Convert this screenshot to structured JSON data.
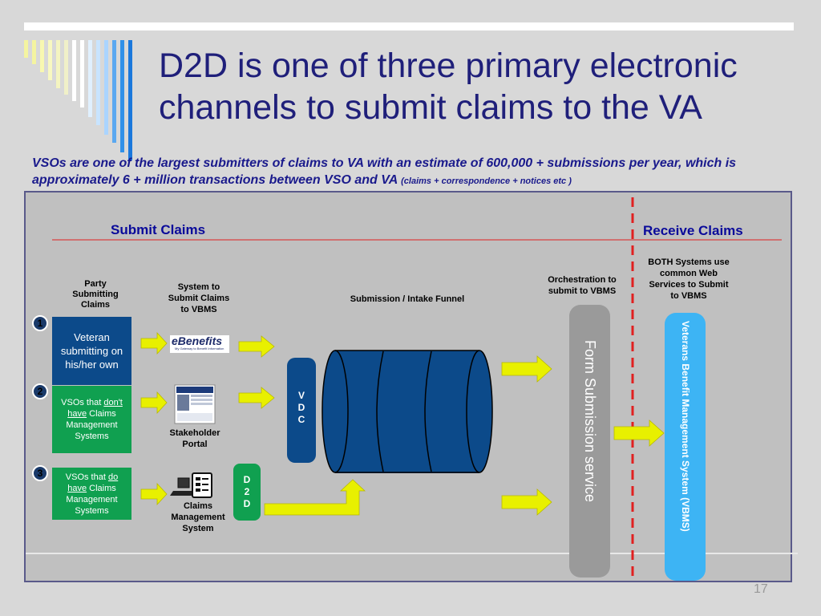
{
  "title": {
    "line1": "D2D is one of three primary electronic",
    "line2": "channels to submit claims to the VA"
  },
  "subtitle": {
    "main": "VSOs are one of the largest submitters of claims to VA with an estimate of 600,000 +  submissions per year, which is approximately 6 + million transactions between VSO and VA ",
    "note": "(claims + correspondence + notices etc )"
  },
  "sections": {
    "submit": "Submit Claims",
    "receive": "Receive Claims"
  },
  "columns": {
    "party": "Party Submitting Claims",
    "system": "System to Submit Claims to VBMS",
    "funnel": "Submission / Intake Funnel",
    "orchestration": "Orchestration to submit to VBMS",
    "both": "BOTH Systems use common Web Services to Submit to VBMS"
  },
  "parties": [
    {
      "number": "1",
      "text": "Veteran submitting on his/her own"
    },
    {
      "number": "2",
      "pre": "VSOs that ",
      "underline": "don't have",
      "post": " Claims Management Systems"
    },
    {
      "number": "3",
      "pre": "VSOs that ",
      "underline": "do have",
      "post": " Claims Management Systems"
    }
  ],
  "systems": {
    "ebenefits_logo": "eBenefits",
    "ebenefits_tagline": "My Gateway to Benefit Information",
    "stakeholder": "Stakeholder Portal",
    "cms": "Claims Management System"
  },
  "vdc": [
    "V",
    "D",
    "C"
  ],
  "d2d": [
    "D",
    "2",
    "D"
  ],
  "form_service": "Form Submission service",
  "vbms": "Veterans Benefit Management System (VBMS)",
  "page_number": "17",
  "colors": {
    "title": "#1f1f7a",
    "navy": "#0c4a8a",
    "green": "#10a050",
    "arrow": "#e8f000",
    "red_line": "#e02020",
    "vbms": "#3db4f4",
    "form": "#9a9a9a"
  }
}
